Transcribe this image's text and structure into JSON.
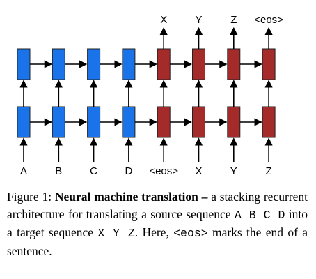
{
  "diagram": {
    "input_tokens": [
      "A",
      "B",
      "C",
      "D",
      "<eos>",
      "X",
      "Y",
      "Z"
    ],
    "output_tokens": [
      "X",
      "Y",
      "Z",
      "<eos>"
    ],
    "encoder_steps": 4,
    "decoder_steps": 4,
    "layers": 2,
    "encoder_color": "#1a73e8",
    "decoder_color": "#a52a2a"
  },
  "caption": {
    "prefix": "Figure 1: ",
    "bold": "Neural machine translation – ",
    "text_1": "a stacking recurrent architecture for translating a source sequence ",
    "source_seq": "A B C D",
    "text_2": " into a target sequence ",
    "target_seq": "X Y Z",
    "text_3": ". Here, ",
    "eos": "<eos>",
    "text_4": " marks the end of a sentence."
  }
}
